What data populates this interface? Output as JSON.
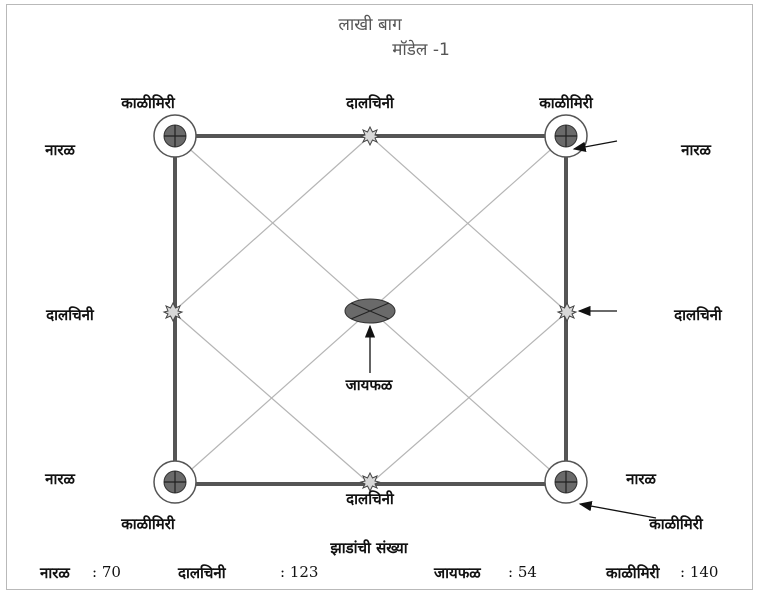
{
  "title": "लाखी बाग",
  "subtitle": "मॉडेल -1",
  "labels": {
    "kalimiri": "काळीमिरी",
    "dalchini": "दालचिनी",
    "naral": "नारळ",
    "jayphal": "जायफळ"
  },
  "counts_heading": "झाडांची संख्या",
  "counts": [
    {
      "label": "नारळ",
      "value": ": 70"
    },
    {
      "label": "दालचिनी",
      "value": ": 123"
    },
    {
      "label": "जायफळ",
      "value": ": 54"
    },
    {
      "label": "काळीमिरी",
      "value": ": 140"
    }
  ],
  "colors": {
    "frame_line": "#555555",
    "diagonal": "#b5b5b5",
    "tree_fill": "#6a6a6a",
    "star_fill": "#d8d8d8",
    "text": "#111111"
  }
}
